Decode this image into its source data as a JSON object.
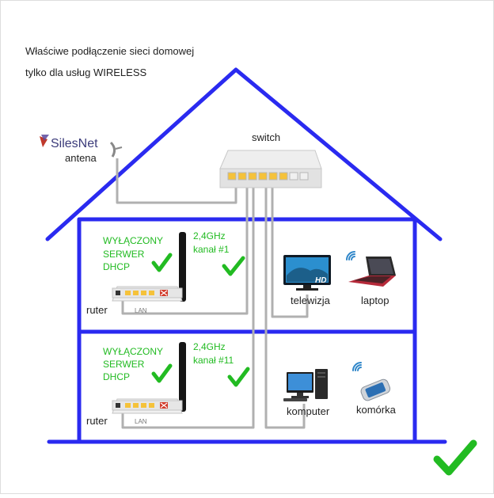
{
  "title": {
    "line1": "Właściwe podłączenie sieci domowej",
    "line2": "tylko dla usług WIRELESS"
  },
  "brand": {
    "name": "SilesNet",
    "antenna_label": "antena"
  },
  "switch_label": "switch",
  "floor_upper": {
    "dhcp_lines": [
      "WYŁĄCZONY",
      "SERWER",
      "DHCP"
    ],
    "wifi_line1": "2,4GHz",
    "wifi_line2": "kanał #1",
    "router_label": "ruter",
    "lan_label": "LAN",
    "devices": [
      {
        "label": "telewizja",
        "icon": "tv-icon",
        "screen_text": "HD"
      },
      {
        "label": "laptop",
        "icon": "laptop-icon"
      }
    ]
  },
  "floor_lower": {
    "dhcp_lines": [
      "WYŁĄCZONY",
      "SERWER",
      "DHCP"
    ],
    "wifi_line1": "2,4GHz",
    "wifi_line2": "kanał #11",
    "router_label": "ruter",
    "lan_label": "LAN",
    "devices": [
      {
        "label": "komputer",
        "icon": "computer-icon"
      },
      {
        "label": "komórka",
        "icon": "phone-icon"
      }
    ]
  },
  "colors": {
    "house": "#2a2af0",
    "check": "#22bb22",
    "cable": "#b0b0b0",
    "port": "#f5c23a",
    "brand_red": "#c0392b"
  }
}
